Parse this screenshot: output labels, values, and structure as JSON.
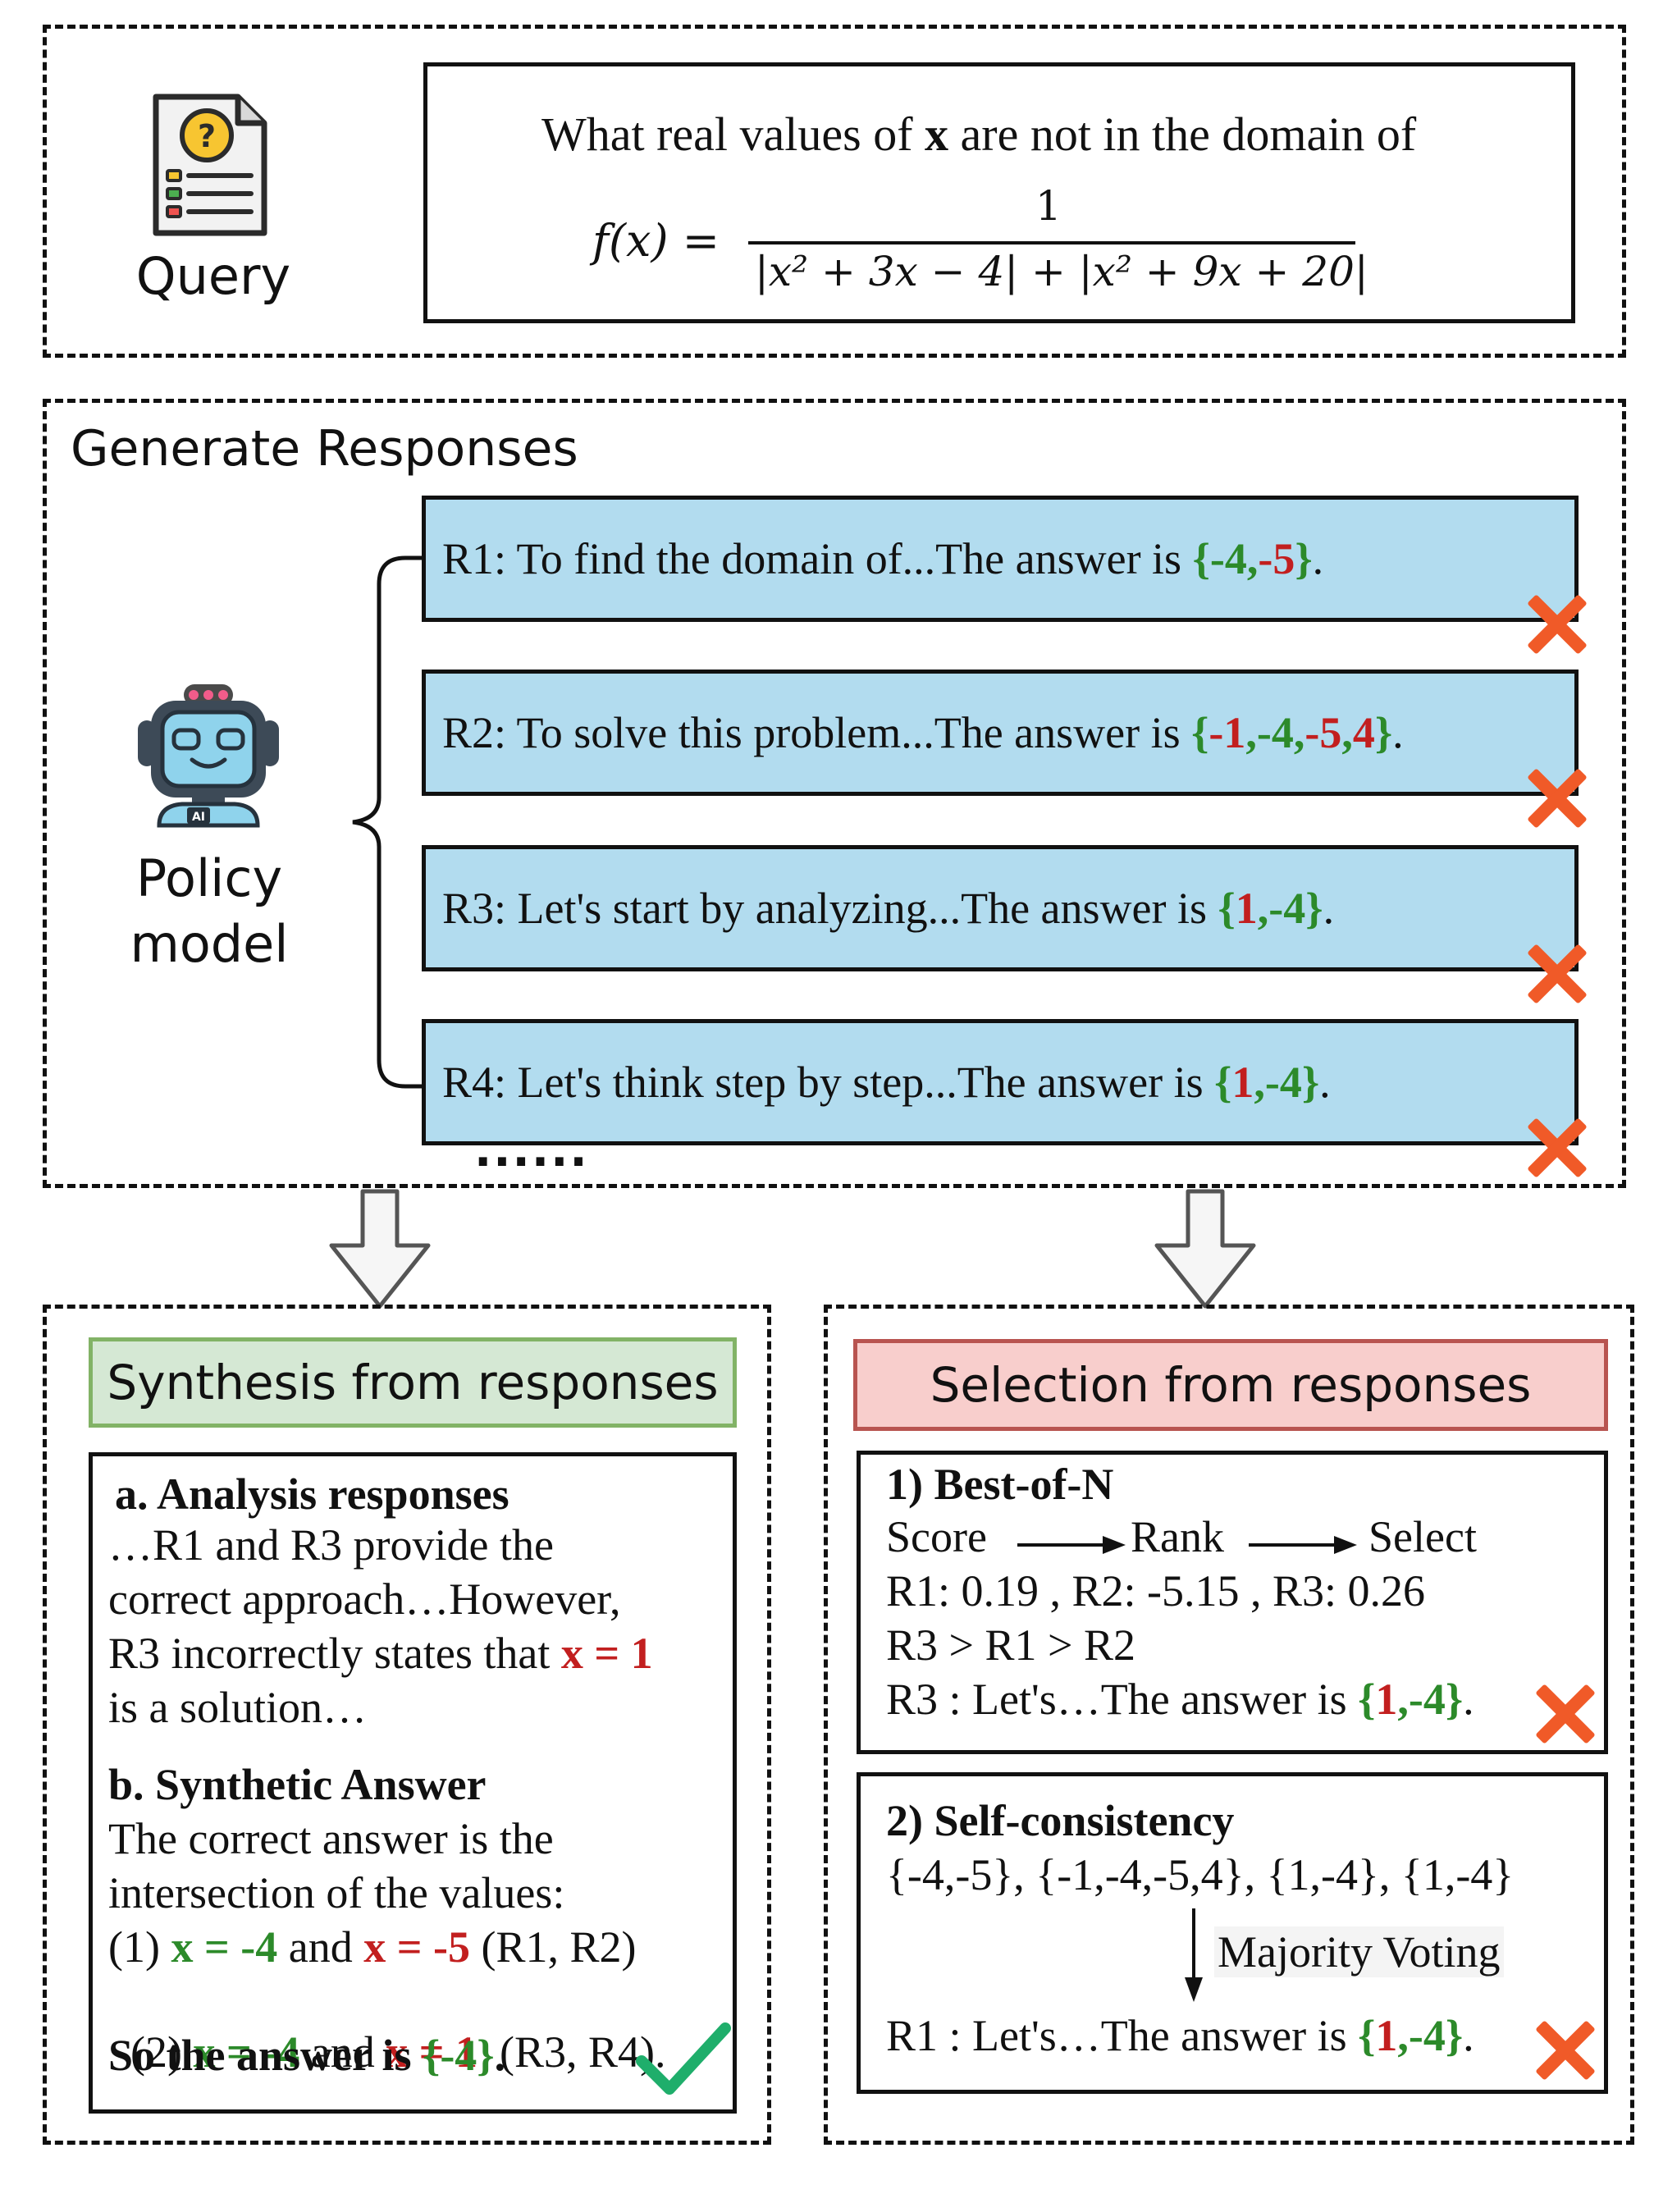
{
  "query": {
    "label": "Query",
    "question_prefix": "What real values of ",
    "question_var": "x",
    "question_suffix": " are not in the domain of",
    "formula_lhs": "f(x) =",
    "formula_numerator": "1",
    "formula_denominator": "|x² + 3x − 4| + |x² + 9x + 20|"
  },
  "generate": {
    "title": "Generate Responses",
    "model_label_1": "Policy",
    "model_label_2": "model",
    "robot_badge": "AI",
    "ellipsis": "......",
    "responses": [
      {
        "prefix": "R1: To find the domain of...The answer is ",
        "parts": [
          [
            "{",
            "g"
          ],
          [
            "-4",
            "g"
          ],
          [
            ",",
            "g"
          ],
          [
            "-5",
            "r"
          ],
          [
            "}",
            "g"
          ]
        ],
        "end": "."
      },
      {
        "prefix": "R2: To solve this problem...The answer is ",
        "parts": [
          [
            "{",
            "g"
          ],
          [
            "-1",
            "r"
          ],
          [
            ",",
            "g"
          ],
          [
            "-4",
            "g"
          ],
          [
            ",",
            "g"
          ],
          [
            "-5",
            "r"
          ],
          [
            ",",
            "g"
          ],
          [
            "4",
            "r"
          ],
          [
            "}",
            "g"
          ]
        ],
        "end": "."
      },
      {
        "prefix": "R3: Let's start by analyzing...The answer is ",
        "parts": [
          [
            "{",
            "g"
          ],
          [
            "1",
            "r"
          ],
          [
            ",",
            "g"
          ],
          [
            "-4",
            "g"
          ],
          [
            "}",
            "g"
          ]
        ],
        "end": "."
      },
      {
        "prefix": "R4: Let's think step by step...The answer is ",
        "parts": [
          [
            "{",
            "g"
          ],
          [
            "1",
            "r"
          ],
          [
            ",",
            "g"
          ],
          [
            "-4",
            "g"
          ],
          [
            "}",
            "g"
          ]
        ],
        "end": "."
      }
    ]
  },
  "synthesis": {
    "title": "Synthesis from responses",
    "a_heading": "a. Analysis responses",
    "a_line1": "…R1 and R3 provide the",
    "a_line2": "correct approach…However,",
    "a_line3_pre": "R3 incorrectly states that ",
    "a_line3_hl": "x = 1",
    "a_line4": "is a solution…",
    "b_heading": "b. Synthetic Answer",
    "b_line1": "The correct answer is the",
    "b_line2": "intersection of the values:",
    "b_line3_pre": "(1) ",
    "b_line3_g": "x = -4",
    "b_line3_mid": " and ",
    "b_line3_r": "x = -5",
    "b_line3_post": " (R1, R2)",
    "b_line4_pre": "(2) ",
    "b_line4_g": "x = -4",
    "b_line4_mid": " and ",
    "b_line4_r": "x = 1",
    "b_line4_post": "  (R3, R4).",
    "b_final_pre": "So the answer is ",
    "b_final_ans": "{-4}",
    "b_final_post": "."
  },
  "selection": {
    "title": "Selection from responses",
    "bon_heading": "1) Best-of-N",
    "bon_score": "Score",
    "bon_rank": "Rank",
    "bon_select": "Select",
    "bon_scores": "R1: 0.19 , R2: -5.15 , R3: 0.26",
    "bon_order": "R3 > R1 > R2",
    "bon_answer_pre": "R3 : Let's…The answer is ",
    "sc_heading": "2) Self-consistency",
    "sc_sets": "{-4,-5}, {-1,-4,-5,4}, {1,-4}, {1,-4}",
    "sc_method": "Majority Voting",
    "sc_answer_pre": "R1 : Let's…The answer is "
  },
  "colors": {
    "response_bg": "#b2dcef",
    "synthesis_header_bg": "#d5e8d4",
    "synthesis_header_border": "#82b366",
    "selection_header_bg": "#f8cecc",
    "selection_header_border": "#b85450",
    "correct_green": "#2c8a2a",
    "wrong_red": "#c21f1f",
    "cross_orange": "#f05a28",
    "check_green": "#1fae6b"
  }
}
